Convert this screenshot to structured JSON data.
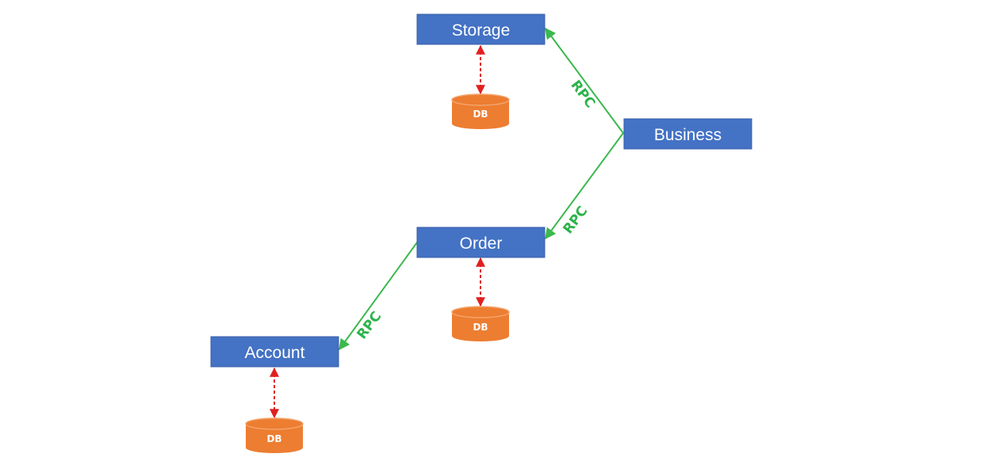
{
  "colors": {
    "service_box": "#4472c4",
    "service_border": "#3a5fa8",
    "db_body": "#ed7d31",
    "db_top": "#f4a56e",
    "rpc_line": "#3cb84e",
    "db_link": "#e02020"
  },
  "services": {
    "storage": {
      "label": "Storage"
    },
    "business": {
      "label": "Business"
    },
    "order": {
      "label": "Order"
    },
    "account": {
      "label": "Account"
    }
  },
  "databases": {
    "storage_db": {
      "label": "DB"
    },
    "order_db": {
      "label": "DB"
    },
    "account_db": {
      "label": "DB"
    }
  },
  "rpc_calls": {
    "business_to_storage": {
      "label": "RPC"
    },
    "business_to_order": {
      "label": "RPC"
    },
    "order_to_account": {
      "label": "RPC"
    }
  }
}
